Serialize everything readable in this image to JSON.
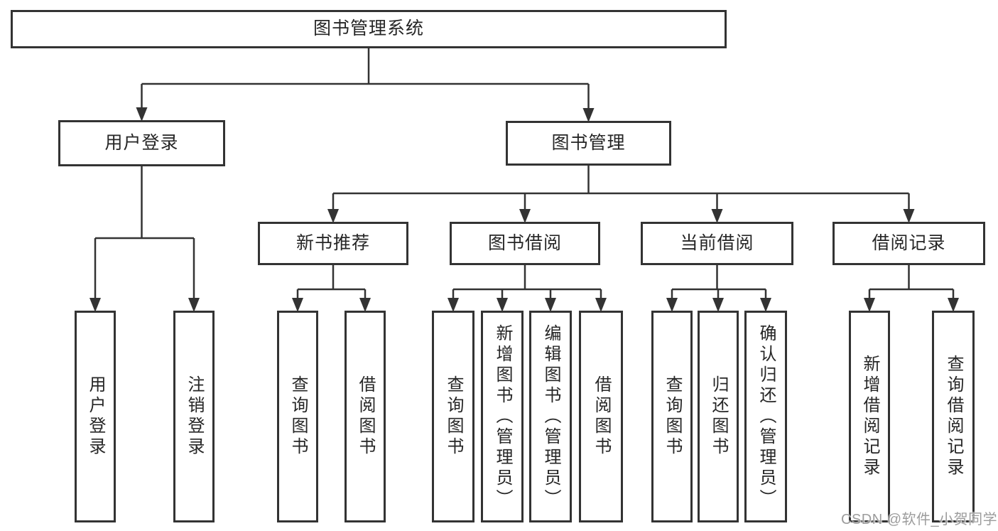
{
  "diagram": {
    "title": "图书管理系统",
    "type": "hierarchy"
  },
  "nodes": [
    {
      "id": "root",
      "label": "图书管理系统",
      "parent": null,
      "text_direction": "horizontal"
    },
    {
      "id": "user-login",
      "label": "用户登录",
      "parent": "root",
      "text_direction": "horizontal"
    },
    {
      "id": "book-mgmt",
      "label": "图书管理",
      "parent": "root",
      "text_direction": "horizontal"
    },
    {
      "id": "new-book-rec",
      "label": "新书推荐",
      "parent": "book-mgmt",
      "text_direction": "horizontal"
    },
    {
      "id": "book-borrow",
      "label": "图书借阅",
      "parent": "book-mgmt",
      "text_direction": "horizontal"
    },
    {
      "id": "current-borrow",
      "label": "当前借阅",
      "parent": "book-mgmt",
      "text_direction": "horizontal"
    },
    {
      "id": "borrow-record",
      "label": "借阅记录",
      "parent": "book-mgmt",
      "text_direction": "horizontal"
    },
    {
      "id": "leaf-user-login",
      "label": "用户登录",
      "parent": "user-login",
      "text_direction": "vertical"
    },
    {
      "id": "leaf-logout",
      "label": "注销登录",
      "parent": "user-login",
      "text_direction": "vertical"
    },
    {
      "id": "leaf-nb-query",
      "label": "查询图书",
      "parent": "new-book-rec",
      "text_direction": "vertical"
    },
    {
      "id": "leaf-nb-borrow",
      "label": "借阅图书",
      "parent": "new-book-rec",
      "text_direction": "vertical"
    },
    {
      "id": "leaf-bb-query",
      "label": "查询图书",
      "parent": "book-borrow",
      "text_direction": "vertical"
    },
    {
      "id": "leaf-bb-add",
      "label": "新增图书（管理员）",
      "parent": "book-borrow",
      "text_direction": "vertical"
    },
    {
      "id": "leaf-bb-edit",
      "label": "编辑图书（管理员）",
      "parent": "book-borrow",
      "text_direction": "vertical"
    },
    {
      "id": "leaf-bb-borrow",
      "label": "借阅图书",
      "parent": "book-borrow",
      "text_direction": "vertical"
    },
    {
      "id": "leaf-cb-query",
      "label": "查询图书",
      "parent": "current-borrow",
      "text_direction": "vertical"
    },
    {
      "id": "leaf-cb-return",
      "label": "归还图书",
      "parent": "current-borrow",
      "text_direction": "vertical"
    },
    {
      "id": "leaf-cb-confirm",
      "label": "确认归还（管理员）",
      "parent": "current-borrow",
      "text_direction": "vertical"
    },
    {
      "id": "leaf-br-add",
      "label": "新增借阅记录",
      "parent": "borrow-record",
      "text_direction": "vertical"
    },
    {
      "id": "leaf-br-query",
      "label": "查询借阅记录",
      "parent": "borrow-record",
      "text_direction": "vertical"
    }
  ],
  "watermark": {
    "text": "CSDN @软件_小贺同学"
  },
  "colors": {
    "line": "#333333",
    "box_border": "#333333",
    "text": "#262626",
    "background": "#ffffff",
    "watermark": "#9c9c9c"
  }
}
